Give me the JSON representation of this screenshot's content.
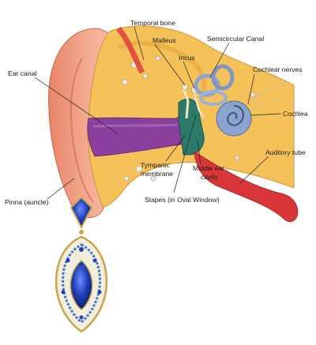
{
  "labels": {
    "temporal_bone": "Temporal bone",
    "malleus": "Malleus",
    "semicircular_canal": "Semicircular Canal",
    "incus": "Incus",
    "cochlear_nerves": "Cochlear nerves",
    "ear_canal": "Ear canal",
    "cochlea": "Cochlea",
    "auditory_tube": "Auditory tube",
    "tympanic_1": "Tympanic",
    "tympanic_2": "membrane",
    "middle_ear_1": "Middle ear",
    "middle_ear_2": "cavity",
    "stapes": "Stapes (in Oval Window)",
    "pinna": "Pinna (auricle)"
  },
  "colors": {
    "skin": "#f0a48c",
    "skin_dark": "#d9735c",
    "bone": "#f5c25a",
    "bone_dark": "#e3a23c",
    "canal": "#8a3f9c",
    "tube": "#d9363a",
    "cochlea": "#8aa4cf",
    "middle_ear": "#2b7a6a",
    "gem_blue": "#1f3fb8",
    "gold": "#c9a54a"
  }
}
